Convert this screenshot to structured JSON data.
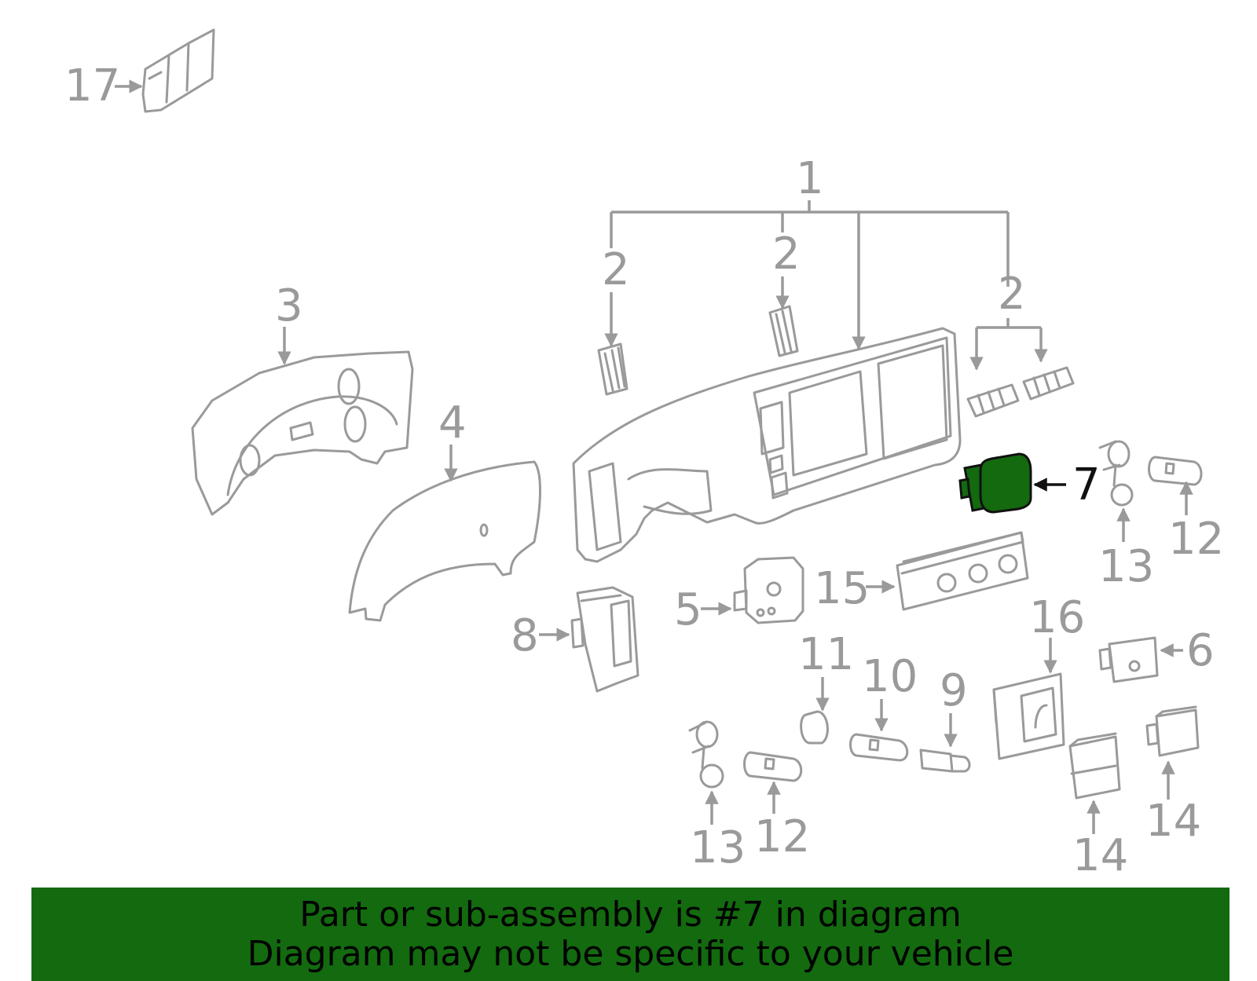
{
  "colors": {
    "highlight": "#136a0f",
    "line": "#9a9a9a",
    "banner_bg": "#136a0f",
    "banner_text": "#000000"
  },
  "callouts": {
    "c1": "1",
    "c2a": "2",
    "c2b": "2",
    "c2c": "2",
    "c3": "3",
    "c4": "4",
    "c5": "5",
    "c6": "6",
    "c7": "7",
    "c8": "8",
    "c9": "9",
    "c10": "10",
    "c11": "11",
    "c12a": "12",
    "c12b": "12",
    "c13a": "13",
    "c13b": "13",
    "c14a": "14",
    "c14b": "14",
    "c15": "15",
    "c16": "16",
    "c17": "17"
  },
  "highlighted_part": "7",
  "banner": {
    "line1": "Part or sub-assembly is #7 in diagram",
    "line2": "Diagram may not be specific to your vehicle"
  }
}
